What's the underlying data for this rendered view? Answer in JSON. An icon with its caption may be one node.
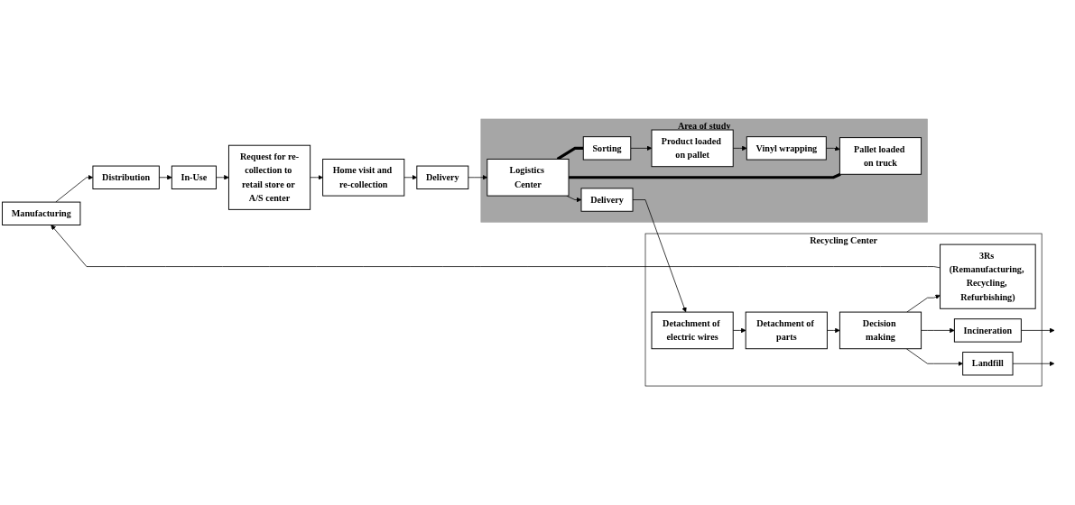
{
  "diagram": {
    "nodes": [
      {
        "text": [
          "Manufacturing"
        ]
      },
      {
        "text": [
          "Distribution"
        ]
      },
      {
        "text": [
          "In-Use"
        ]
      },
      {
        "text": [
          "Request for re-collection to retail store or A/S center"
        ]
      },
      {
        "text": [
          "Home visit and re-collection"
        ]
      },
      {
        "text": [
          "Recycling Center"
        ]
      },
      {
        "text": [
          "3Rs (Remanufacturing, Recycling, Refurbishing)"
        ],
        "in": 5
      },
      {
        "text": [
          "Detachment of electric wires"
        ],
        "in": 5
      },
      {
        "text": [
          "Incineration"
        ],
        "in": 5
      },
      {
        "text": [
          "Detachment of parts"
        ],
        "in": 5
      },
      {
        "text": [
          "Landfill"
        ],
        "in": 5
      },
      {
        "text": [
          "Decision making"
        ],
        "in": 5
      },
      {
        "text": [
          "Area of study"
        ]
      },
      {
        "text": [
          "Delivery"
        ],
        "in": 12
      },
      {
        "text": [
          "Logistics Center"
        ],
        "in": 12
      },
      {
        "text": [
          "Delivery"
        ]
      },
      {
        "text": [
          "Pallet loaded on truck"
        ],
        "in": 12
      },
      {
        "text": [
          "Vinyl wrapping"
        ],
        "in": 12
      },
      {
        "text": [
          "Product loaded on pallet"
        ],
        "in": 12
      },
      {
        "text": [
          "Sorting"
        ],
        "in": 12
      }
    ],
    "edges": [
      {
        "from": 0,
        "to": 1,
        "arrow": "to"
      },
      {
        "from": 1,
        "to": 2,
        "arrow": "to"
      },
      {
        "from": 2,
        "to": 3,
        "arrow": "to"
      },
      {
        "from": 3,
        "to": 4,
        "arrow": "to"
      },
      {
        "from": 4,
        "to": 15,
        "arrow": "to"
      },
      {
        "from": 15,
        "to": 14,
        "arrow": "to"
      },
      {
        "from": 14,
        "to": 13,
        "arrow": "to"
      },
      {
        "from": 13,
        "to": 7,
        "arrow": "to"
      },
      {
        "from": 7,
        "to": 9,
        "arrow": "to"
      },
      {
        "from": 9,
        "to": 11,
        "arrow": "to"
      },
      {
        "from": 11,
        "to": 6,
        "arrow": "to"
      },
      {
        "from": 11,
        "to": 8,
        "arrow": "to"
      },
      {
        "from": 11,
        "to": 10,
        "arrow": "to"
      },
      {
        "from": 6,
        "to": 0,
        "arrow": "to"
      },
      {
        "from": 8,
        "to": null,
        "arrow": "to"
      },
      {
        "from": 10,
        "to": null,
        "arrow": "to"
      },
      {
        "from": 14,
        "to": 16,
        "arrow": "none",
        "style": "thick"
      },
      {
        "from": 14,
        "to": 19,
        "arrow": "none",
        "style": "thick"
      },
      {
        "from": 19,
        "to": 18,
        "arrow": "to"
      },
      {
        "from": 18,
        "to": 17,
        "arrow": "to"
      },
      {
        "from": 17,
        "to": 16,
        "arrow": "to"
      }
    ]
  }
}
